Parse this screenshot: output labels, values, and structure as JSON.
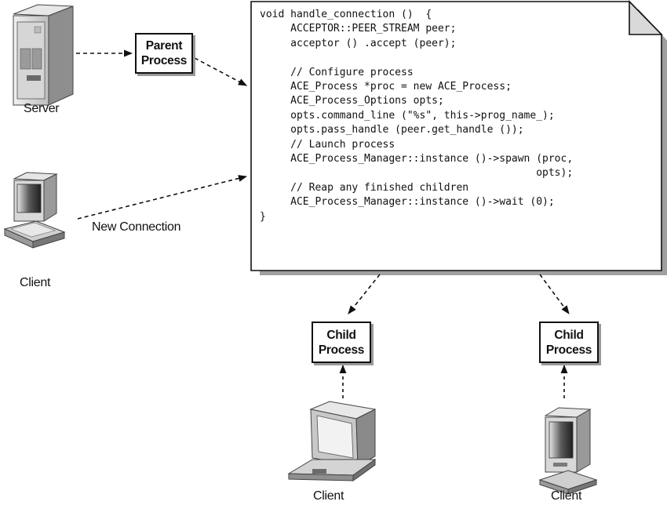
{
  "nodes": {
    "server_label": "Server",
    "client_label": "Client",
    "new_connection_label": "New Connection",
    "parent_process": [
      "Parent",
      "Process"
    ],
    "child_process": [
      "Child",
      "Process"
    ]
  },
  "code_lines": [
    "void handle_connection ()  {",
    "     ACCEPTOR::PEER_STREAM peer;",
    "     acceptor () .accept (peer);",
    "",
    "     // Configure process",
    "     ACE_Process *proc = new ACE_Process;",
    "     ACE_Process_Options opts;",
    "     opts.command_line (\"%s\", this->prog_name_);",
    "     opts.pass_handle (peer.get_handle ());",
    "     // Launch process",
    "     ACE_Process_Manager::instance ()->spawn (proc,",
    "                                             opts);",
    "     // Reap any finished children",
    "     ACE_Process_Manager::instance ()->wait (0);",
    "}"
  ]
}
